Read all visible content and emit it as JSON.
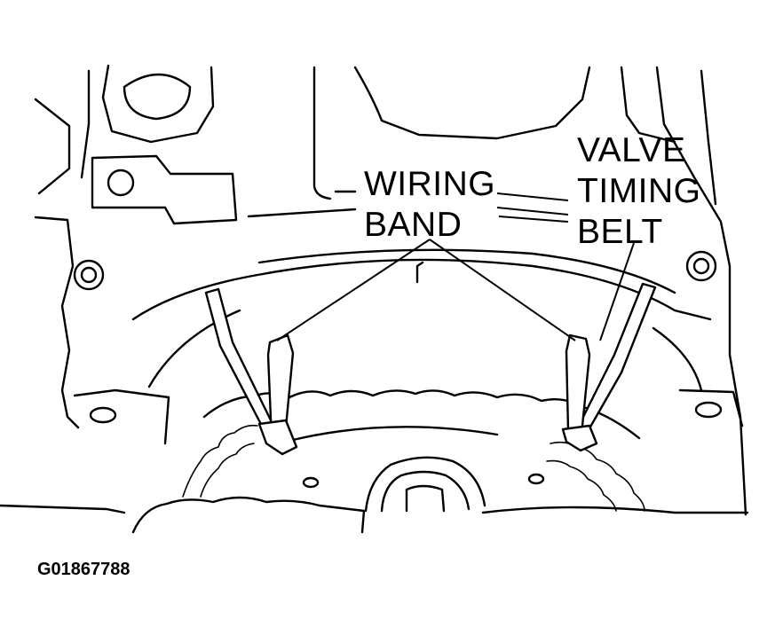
{
  "labels": {
    "wiring_band": [
      "WIRING",
      "BAND"
    ],
    "valve_timing_belt": [
      "VALVE",
      "TIMING",
      "BELT"
    ]
  },
  "figure_id": "G01867788",
  "colors": {
    "line": "#000000",
    "background": "#ffffff"
  }
}
